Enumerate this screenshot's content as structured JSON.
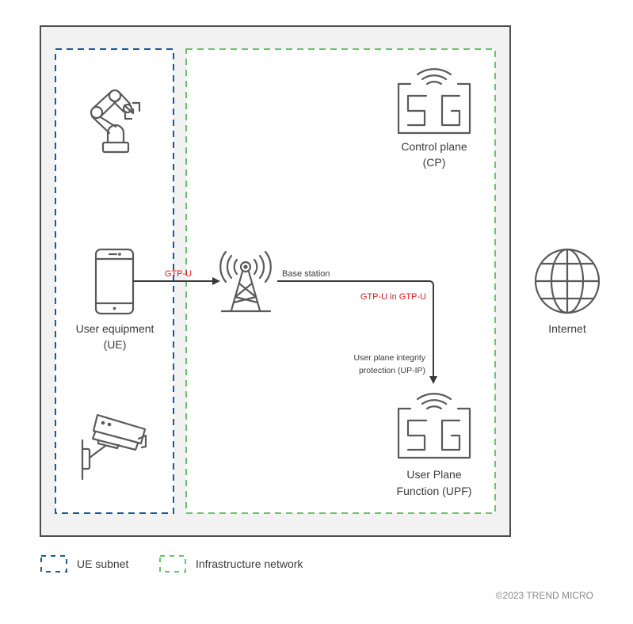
{
  "diagram": {
    "nodes": {
      "robot_arm": {
        "icon": "robot-arm-icon"
      },
      "user_equipment": {
        "icon": "smartphone-icon",
        "label_line1": "User equipment",
        "label_line2": "(UE)"
      },
      "cctv_camera": {
        "icon": "security-camera-icon"
      },
      "base_station": {
        "icon": "cell-tower-icon",
        "label": "Base station"
      },
      "control_plane": {
        "icon": "5g-icon",
        "glyph": "5G",
        "label_line1": "Control plane",
        "label_line2": "(CP)"
      },
      "upf": {
        "icon": "5g-icon",
        "glyph": "5G",
        "label_line1": "User Plane",
        "label_line2": "Function (UPF)"
      },
      "internet": {
        "icon": "globe-icon",
        "label": "Internet"
      }
    },
    "edges": {
      "ue_to_base": {
        "label": "GTP-U",
        "color": "#d71920"
      },
      "base_to_upf": {
        "label": "GTP-U in GTP-U",
        "label_color": "#d71920",
        "note_line1": "User plane integrity",
        "note_line2": "protection (UP-IP)"
      }
    },
    "zones": {
      "ue_subnet": {
        "color": "#1a5a9a"
      },
      "infrastructure_network": {
        "color": "#6cc26c"
      }
    }
  },
  "legend": {
    "items": [
      {
        "label": "UE subnet",
        "color": "#1a5a9a"
      },
      {
        "label": "Infrastructure network",
        "color": "#6cc26c"
      }
    ]
  },
  "footer": {
    "copyright": "©2023 TREND MICRO"
  },
  "colors": {
    "frame": "#4d4d4d",
    "frame_fill": "#f2f2f2",
    "accent_red": "#d71920",
    "icon": "#5a5a5a"
  }
}
